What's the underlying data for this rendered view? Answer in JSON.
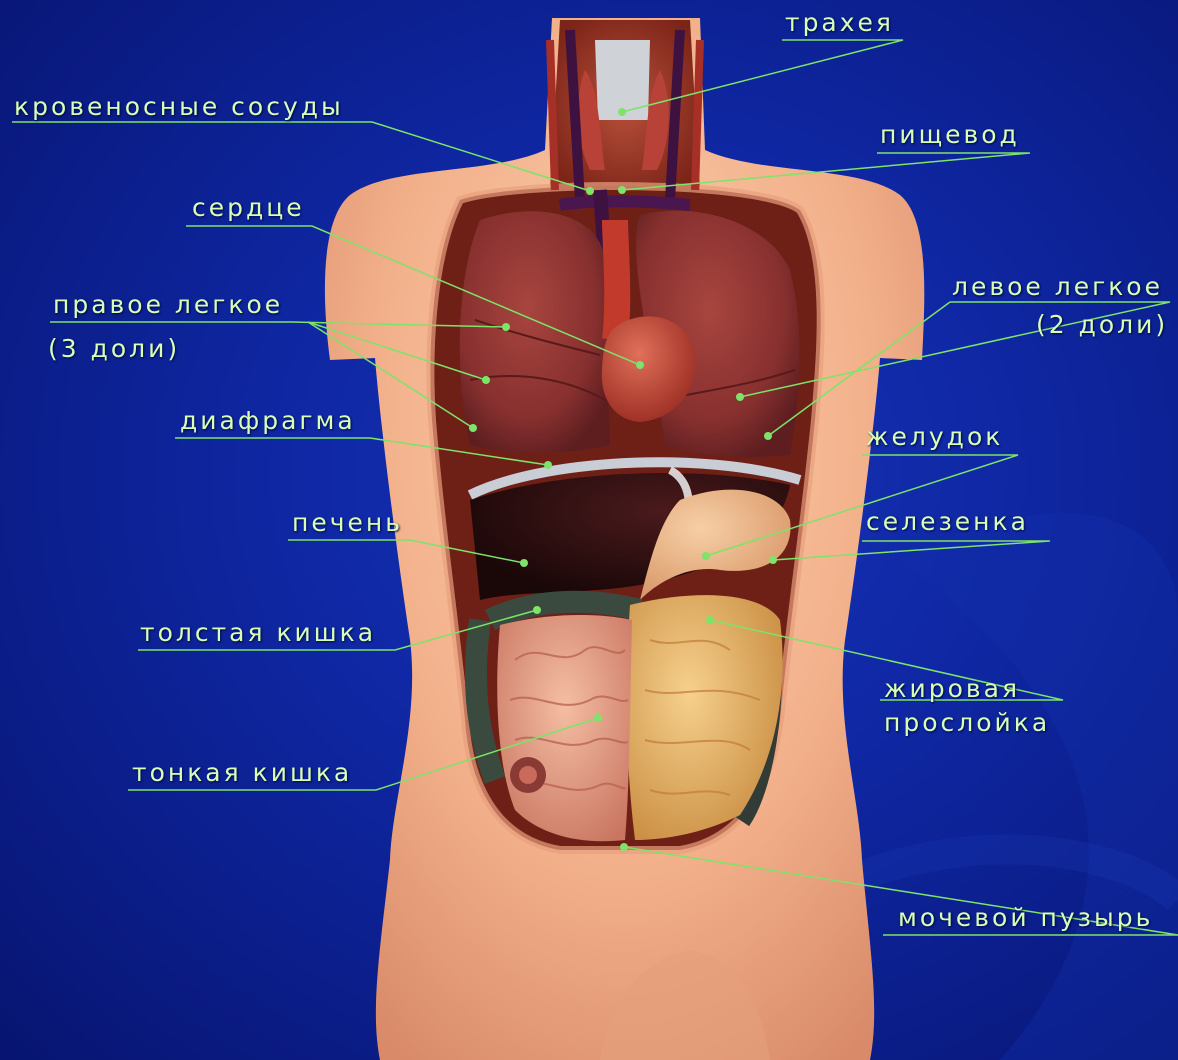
{
  "colors": {
    "background": "#0f27a3",
    "label_text": "#d8ffb8",
    "leader_line": "#7de36a",
    "skin": "#f1b58f",
    "lung": "#8e3533",
    "liver": "#2a0f12",
    "fat": "#e8b76a",
    "intestine": "#e7a487"
  },
  "labels": {
    "trachea": "трахея",
    "vessels": "кровеносные сосуды",
    "esophagus": "пищевод",
    "heart": "сердце",
    "right_lung": "правое легкое",
    "right_lung_lobes": "(3 доли)",
    "left_lung": "левое легкое",
    "left_lung_lobes": "(2 доли)",
    "diaphragm": "диафрагма",
    "stomach": "желудок",
    "liver": "печень",
    "spleen": "селезенка",
    "colon": "толстая кишка",
    "fat_layer_1": "жировая",
    "fat_layer_2": "прослойка",
    "small_intestine": "тонкая кишка",
    "bladder": "мочевой пузырь"
  }
}
